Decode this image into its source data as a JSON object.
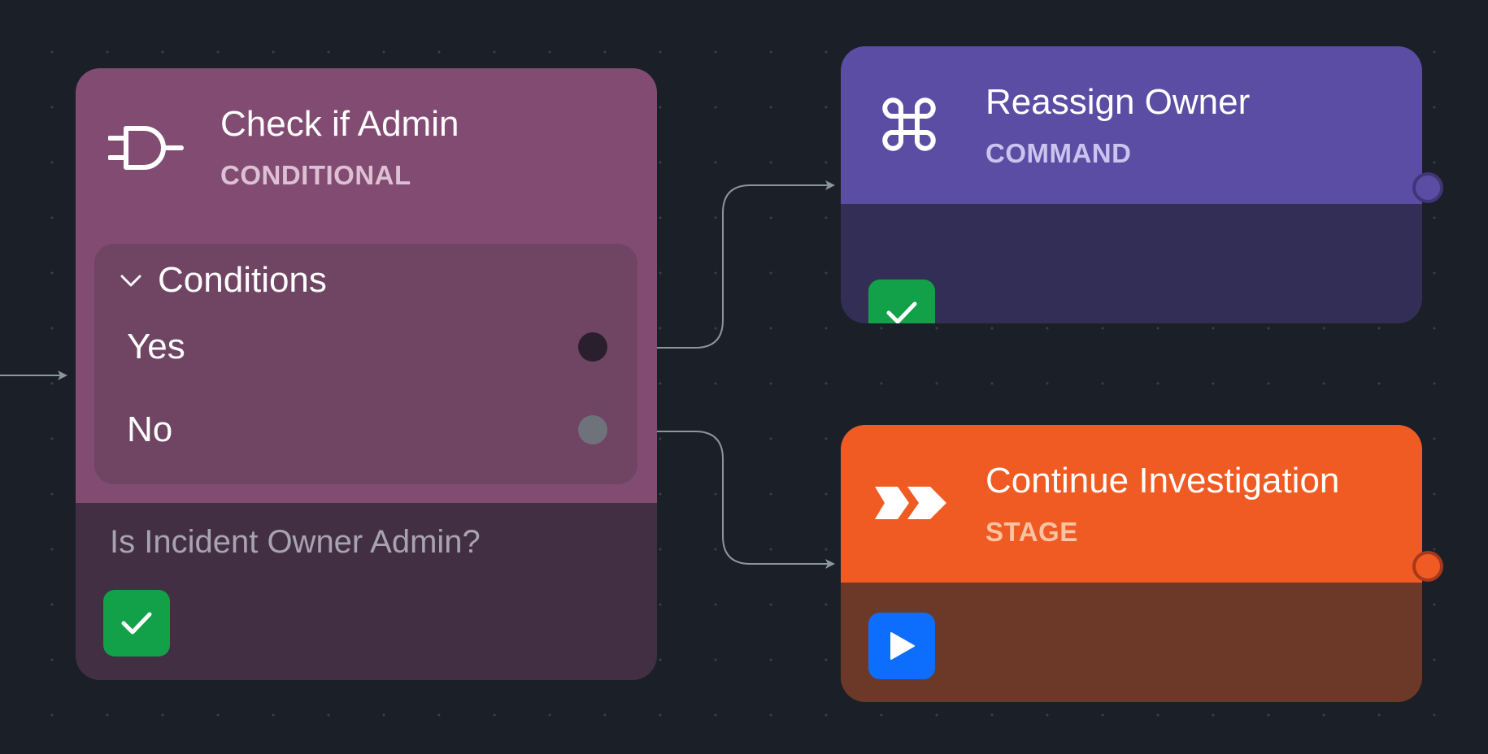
{
  "colors": {
    "canvas": "#1b1f28",
    "edge": "#8a96a0",
    "conditional": "#824b72",
    "command": "#5b4da3",
    "stage": "#f05a23",
    "success": "#12a048",
    "run": "#0d6efd"
  },
  "nodes": {
    "conditional": {
      "icon": "plug-icon",
      "title": "Check if Admin",
      "type": "CONDITIONAL",
      "conditions_title": "Conditions",
      "conditions": [
        {
          "label": "Yes"
        },
        {
          "label": "No"
        }
      ],
      "description": "Is Incident Owner Admin?",
      "status": "check-icon"
    },
    "command": {
      "icon": "command-icon",
      "title": "Reassign Owner",
      "type": "COMMAND",
      "status": "check-icon"
    },
    "stage": {
      "icon": "chevrons-icon",
      "title": "Continue Investigation",
      "type": "STAGE",
      "status": "play-icon"
    }
  }
}
